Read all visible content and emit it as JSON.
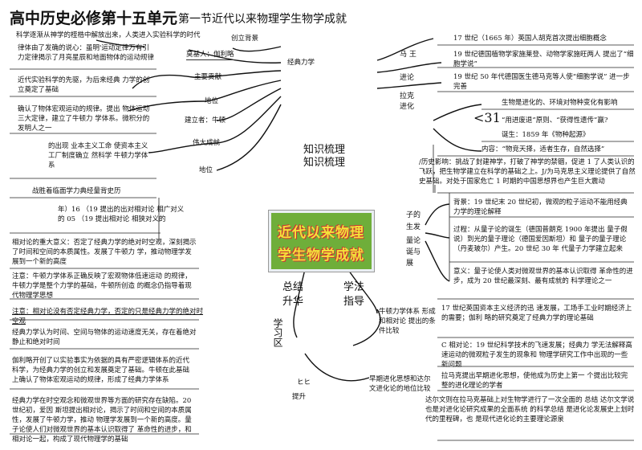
{
  "title": {
    "main": "高中历史必修第十五单元",
    "sub": "第一节近代以来物理学生物学成就"
  },
  "left": {
    "intro": "科学逐渐从神学的桎梏中解放出来，人类进入实验科学的时代",
    "b1": "律体由了发确的说心：虽明'运动定律万有引力定律揭示了月亮星辰和地面物体的运动规律",
    "b2": "近代实验科学的先驱，为后来经典 力学的创立奠定了基础",
    "b3": "确认了物体宏观运动的规律。提出 物体运动三大定律，建立了牛顿力 学体系。微积分的发明人之一",
    "b4": "的出现 业本主义工命 使资本主义工厂制度确立 然科学 牛顿力学体系",
    "b5": "战胜着临面学力典经量背史历",
    "b6": "年）16 （19 提出的出对相对论 相广对义的 05 （19 提出相对论 相狭对义的",
    "p1": "相对论的重大意义：否定了经典力学的绝对时空观，深刻揭示了时间和空间的本质属性。发展了牛顿力 学，推动物理学发展到一个新的高度",
    "p2": "注意：牛顿力学体系正确反映了宏观物体低速运动 的规律，牛顿力学是整个力学的基础，牛顿所创造 的概念仍指导着现代物理学思想",
    "p3": "注意：相对论没有否定经典力学，否定的只是经典力学的绝对时空观",
    "p4": "经典力学认为时间、空间与物体的运动速度无关，存在着绝对静止和绝对时间",
    "p5": "伽利略开创了以实验事实为依据的具有严密逻辑体系的近代 科学，为经典力学的创立和发展奠定了基础。牛顿在此基础 上确认了物体宏观运动的规律，形成了经典力学体系",
    "p6": "经典力学在时空观念和微观世界等方面的研究存在缺陷。20 世纪初，爱因 斯坦提出相对论，揭示了时间和空间的本质属性，发展了牛顿力学，推动 物理学发展到一个新的高度。量子论使人们对微观世界的基本认识取得了 革命性的进步，和相对论一起，构成了现代物理学的基础"
  },
  "middle": {
    "labels": [
      "创立背景",
      "莫基人：伽利略",
      "经典力学",
      "主要贡献",
      "地位",
      "建立者：牛顿",
      "伟大成就",
      "地位"
    ],
    "center1": "知识梳理",
    "center2": "知识梳理",
    "badge1": "近代以来物理",
    "badge2": "学生物学成就",
    "sum1": "总结",
    "sum2": "升华",
    "fa1": "学法",
    "fa2": "指导",
    "xuexi": "学习区",
    "ee": "ヒヒ",
    "tisheng": "提升"
  },
  "right": {
    "r1": "17 世纪（1665 年）英国人胡克首次提出细胞概念",
    "r2": "19 世纪德国植物学家施莱登、动物学家施旺两人 提出了“细胞学说”",
    "r3": "19 世纪 50 年代德国医生德马克等人使“细胞学说” 进一步完善",
    "r4": "生物是进化的、环境对物种变化有影响",
    "r5": "<31",
    "r6": "“用进废退”原则、“获得性遗传”赢?",
    "r7": "诞生：1859 年《物种起源》",
    "r8": "内容：“物竞天择，适者生存，自然选择”",
    "r9": "/历史影响：挑战了封建神学，打破了神学的禁锢，促进 1 了人类认识的飞跃，把生物学建立在科学的基础之上。J/为马克思主义理论提供了自然史基础。对处于国家危亡 1 时期的中国思想界也产生巨大震动",
    "r10": "背景：19 世纪末 20 世纪初，微观的粒子运动不能用经典力学的理论解释",
    "r11": "过程：从量子论的诞生（德国普朗克 1900 年提出 量子假说）到光的量子理论（德国爱因斯坦）和 量子的量子理论（丹麦玻尔）产生。20 世纪 30 年 代量子力学建立起来",
    "r12": "意义：量子论使人类对微观世界的基本认识取得 革命性的进步，成为 20 世纪最深刻、最有成就的 科学理论之一",
    "r13": "牛顿力学体系 形成和相对论 提出的条件比较",
    "r14": "17 世纪英国资本主义经济的迅 速发展，工场手工业时期经济上的需要；伽利 略的研究奠定了经典力学的理论基础",
    "r15": "C 相对论：19 世纪科学技术的飞速发展；经典力 学无法解释高速运动的微观粒子发生的现象和 物理学研究工作中出现的一些新问题",
    "r16": "早期进化思想和达尔文进化论的地位比较",
    "r17": "拉马克提出早期进化思想，使他成为历史上第一 个提出比较完整的进化理论的学者",
    "r18": "达尔文则在拉马克基础上对生物学进行了一次全面的 总结 达尔文学说也是对进化论研究成果的全面系统 的科学总结 是进化论发展史上划时代的里程碑，也 是现代进化论的主要理论源泉",
    "mk1": "马 王",
    "mk2": "进论",
    "mk3": "拉克",
    "mk4": "进化",
    "zi1": "子的",
    "zi2": "生发",
    "zi3": "量论",
    "zi4": "诞与",
    "zi5": "展"
  }
}
